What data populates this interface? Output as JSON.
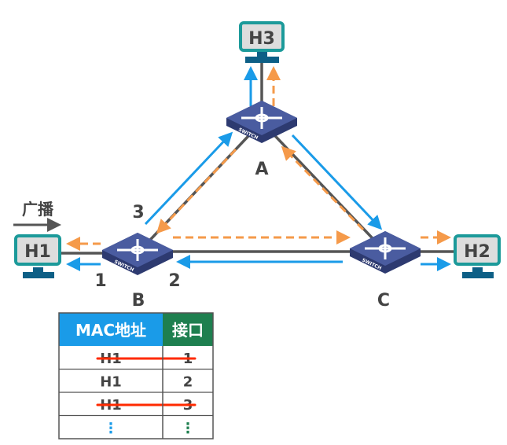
{
  "hosts": {
    "h1": "H1",
    "h2": "H2",
    "h3": "H3"
  },
  "switches": {
    "a": "A",
    "b": "B",
    "c": "C",
    "device_text": "SWITCH"
  },
  "ports": {
    "p1": "1",
    "p2": "2",
    "p3": "3"
  },
  "broadcast_label": "广播",
  "colors": {
    "unicast": "#1a9be8",
    "broadcast": "#f59a4a",
    "link": "#555555",
    "host_border": "#1c9a9a",
    "switch": "#3d4e8c",
    "table_header_mac": "#1a9be8",
    "table_header_port": "#1e7f4f",
    "strike": "#ff2a00"
  },
  "mac_table": {
    "headers": [
      "MAC地址",
      "接口"
    ],
    "rows": [
      {
        "mac": "H1",
        "port": "1",
        "struck": true
      },
      {
        "mac": "H1",
        "port": "2",
        "struck": false
      },
      {
        "mac": "H1",
        "port": "3",
        "struck": true
      },
      {
        "mac": "⋮",
        "port": "⋮",
        "struck": false
      }
    ]
  }
}
